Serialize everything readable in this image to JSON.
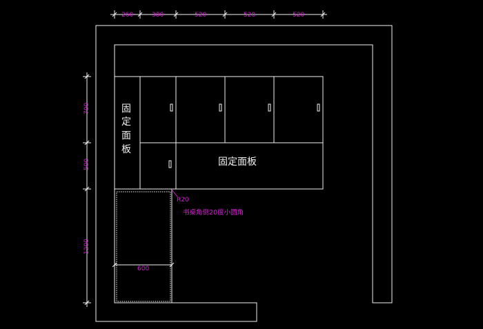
{
  "dimensions": {
    "top": [
      "260",
      "380",
      "520",
      "520",
      "520"
    ],
    "left": [
      "700",
      "500",
      "1200"
    ],
    "desk_width": "600",
    "corner_radius": "R20"
  },
  "labels": {
    "fixed_panel_vertical": [
      "固",
      "定",
      "面",
      "板"
    ],
    "fixed_panel_horizontal": "固定面板",
    "desk_corner_note": "书桌角倒20度小圆角"
  },
  "colors": {
    "background": "#000000",
    "lines": "#f2f2f2",
    "annotation": "#d020d0"
  }
}
